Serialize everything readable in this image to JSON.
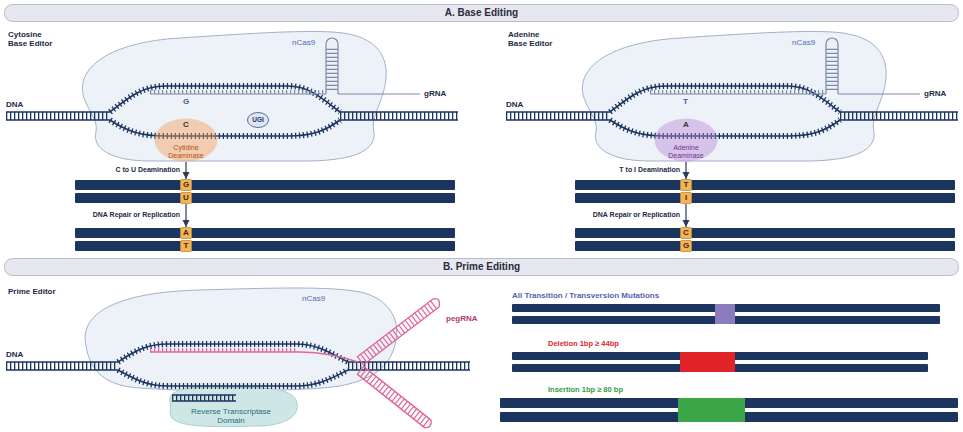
{
  "diagram": {
    "nodes": [
      {
        "text": [
          "A. Base Editing"
        ]
      },
      {
        "text": [
          "nCas9"
        ]
      },
      {
        "text": [
          "UGI"
        ],
        "in": 1
      },
      {
        "text": [
          "C",
          "Cytidine Deaminase"
        ],
        "in": 1
      },
      {
        "text": [
          "G"
        ]
      },
      {
        "text": [
          "U"
        ]
      },
      {
        "text": [
          "A"
        ]
      },
      {
        "text": [
          "T"
        ]
      },
      {
        "text": [
          "nCas9"
        ]
      },
      {
        "text": [
          "A",
          "Adenine Deaminase"
        ],
        "in": 8
      },
      {
        "text": [
          "T"
        ]
      },
      {
        "text": [
          "I"
        ]
      },
      {
        "text": [
          "C"
        ]
      },
      {
        "text": [
          "G"
        ]
      },
      {
        "text": [
          "B. Prime Editing"
        ]
      },
      {
        "text": [
          "nCas9"
        ]
      },
      {
        "text": [
          "Reverse Transcriptase Domain"
        ]
      }
    ],
    "edges": [
      {
        "from": 1,
        "to": 4,
        "arrow": "to",
        "label": "C to U Deamination"
      },
      {
        "from": 5,
        "to": 6,
        "arrow": "to",
        "label": "DNA Repair or Replication"
      },
      {
        "from": 8,
        "to": 10,
        "arrow": "to",
        "label": "T to I Deamination"
      },
      {
        "from": 11,
        "to": 12,
        "arrow": "to",
        "label": "DNA Repair or Replication"
      }
    ],
    "labels": [
      "Cytosine Base Editor",
      "DNA",
      "G",
      "gRNA",
      "Adenine Base Editor",
      "DNA",
      "T",
      "gRNA",
      "Prime Editor",
      "DNA",
      "pegRNA",
      "All Transition / Transversion Mutations",
      "Deletion 1bp ≥ 44bp",
      "Insertion 1bp ≥ 80 bp"
    ]
  }
}
